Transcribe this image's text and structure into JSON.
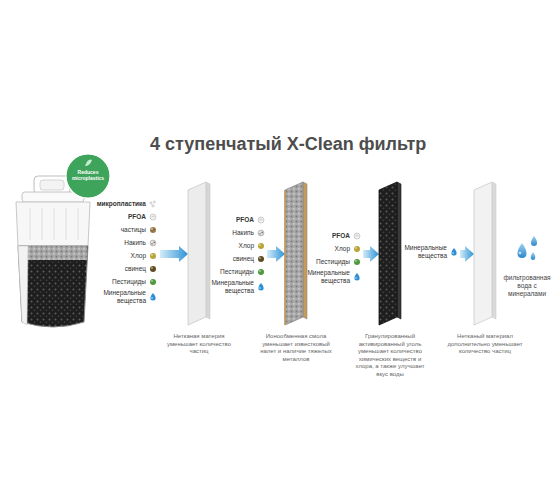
{
  "diagram": {
    "title": "4 ступенчатый X-Clean фильтр",
    "nodes": [
      {
        "text": [
          "Reduces microplastics"
        ]
      },
      {
        "text": [
          "Нетканая материя уменьшает количество частиц"
        ]
      },
      {
        "text": [
          "Ионообменная смола уменьшает известковый налет и наличие тяжелых металлов"
        ]
      },
      {
        "text": [
          "Гранулированный активированный уголь уменьшает количество химических веществ и хлора, а также улучшает вкус воды"
        ]
      },
      {
        "text": [
          "Нетканый материал дополнительно уменьшает количество частиц"
        ]
      }
    ],
    "labels": [
      "микропластика",
      "PFOA",
      "частицы",
      "Накипь",
      "Хлор",
      "свинец",
      "Пестициды",
      "Минеральные вещества",
      "PFOA",
      "Накипь",
      "Хлор",
      "свинец",
      "Пестициды",
      "Минеральные вещества",
      "PFOA",
      "Хлор",
      "Пестициды",
      "Минеральные вещества",
      "Минеральные вещества",
      "фильтрованная вода с минералами"
    ]
  }
}
